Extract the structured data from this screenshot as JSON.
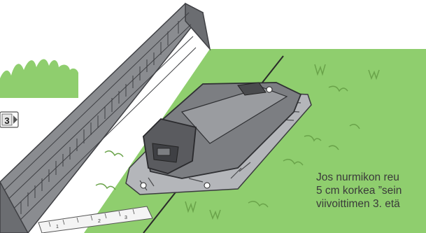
{
  "illustration": {
    "colors": {
      "lawn": "#8fce6e",
      "lawn_tuft": "#6aa34a",
      "grass_patch": "#8fce6e",
      "wall_face": "#8a8c90",
      "wall_top": "#6b6d71",
      "wall_edge": "#3f4044",
      "charger_body": "#7c7e82",
      "charger_dark": "#4a4b4e",
      "charger_light": "#b4b6ba",
      "boundary_wire": "#2a2a2a",
      "ruler": "#f4f4f4"
    },
    "badge_number": "3",
    "ruler_ticks": [
      "1",
      "2",
      "3"
    ]
  },
  "caption": {
    "line1": "Jos nurmikon reu",
    "line2": "5 cm korkea ”sein",
    "line3": "viivoittimen 3. etä"
  }
}
